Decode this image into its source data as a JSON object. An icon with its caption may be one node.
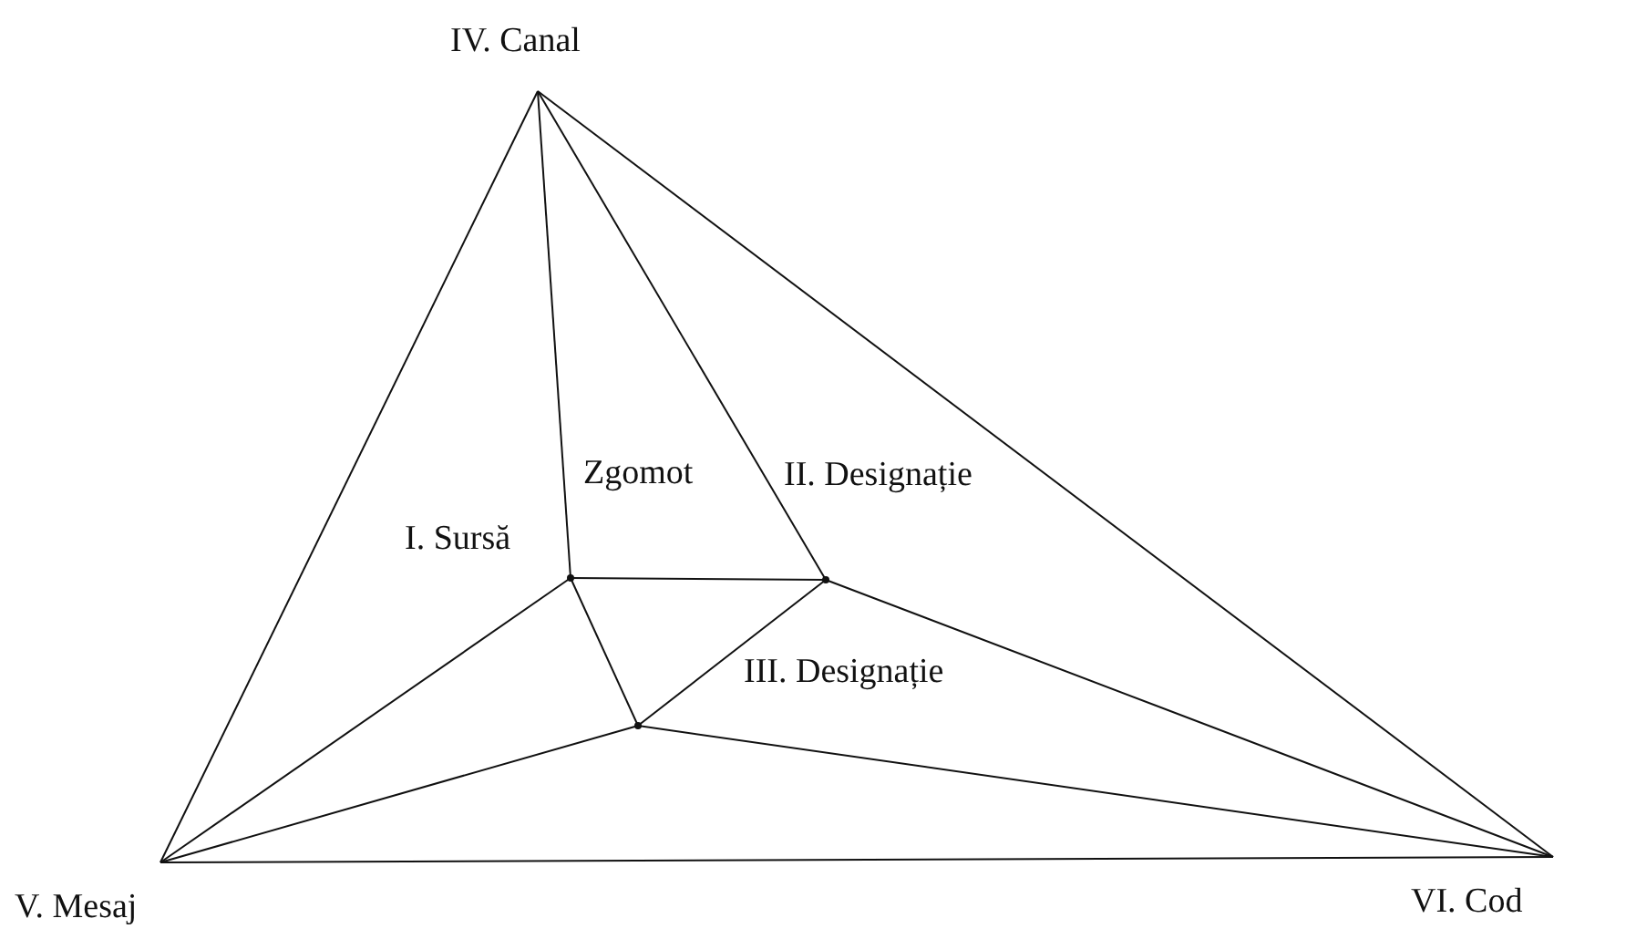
{
  "diagram": {
    "nodes": [
      {
        "text": [
          "IV. Canal"
        ]
      },
      {
        "text": [
          "V. Mesaj"
        ]
      },
      {
        "text": [
          "VI. Cod"
        ]
      },
      {
        "text": [],
        "shape": "point"
      },
      {
        "text": [],
        "shape": "point"
      },
      {
        "text": [],
        "shape": "point"
      }
    ],
    "edges": [
      {
        "from": 0,
        "to": 1,
        "arrow": "none"
      },
      {
        "from": 0,
        "to": 2,
        "arrow": "none"
      },
      {
        "from": 1,
        "to": 2,
        "arrow": "none"
      },
      {
        "from": 0,
        "to": 3,
        "arrow": "none"
      },
      {
        "from": 0,
        "to": 4,
        "arrow": "none"
      },
      {
        "from": 3,
        "to": 4,
        "arrow": "none"
      },
      {
        "from": 3,
        "to": 5,
        "arrow": "none"
      },
      {
        "from": 4,
        "to": 5,
        "arrow": "none"
      },
      {
        "from": 3,
        "to": 1,
        "arrow": "none"
      },
      {
        "from": 5,
        "to": 1,
        "arrow": "none"
      },
      {
        "from": 5,
        "to": 2,
        "arrow": "none"
      },
      {
        "from": 4,
        "to": 2,
        "arrow": "none"
      }
    ],
    "labels": [
      "Zgomot",
      "II. Designație",
      "I. Sursă",
      "III. Designație"
    ]
  }
}
